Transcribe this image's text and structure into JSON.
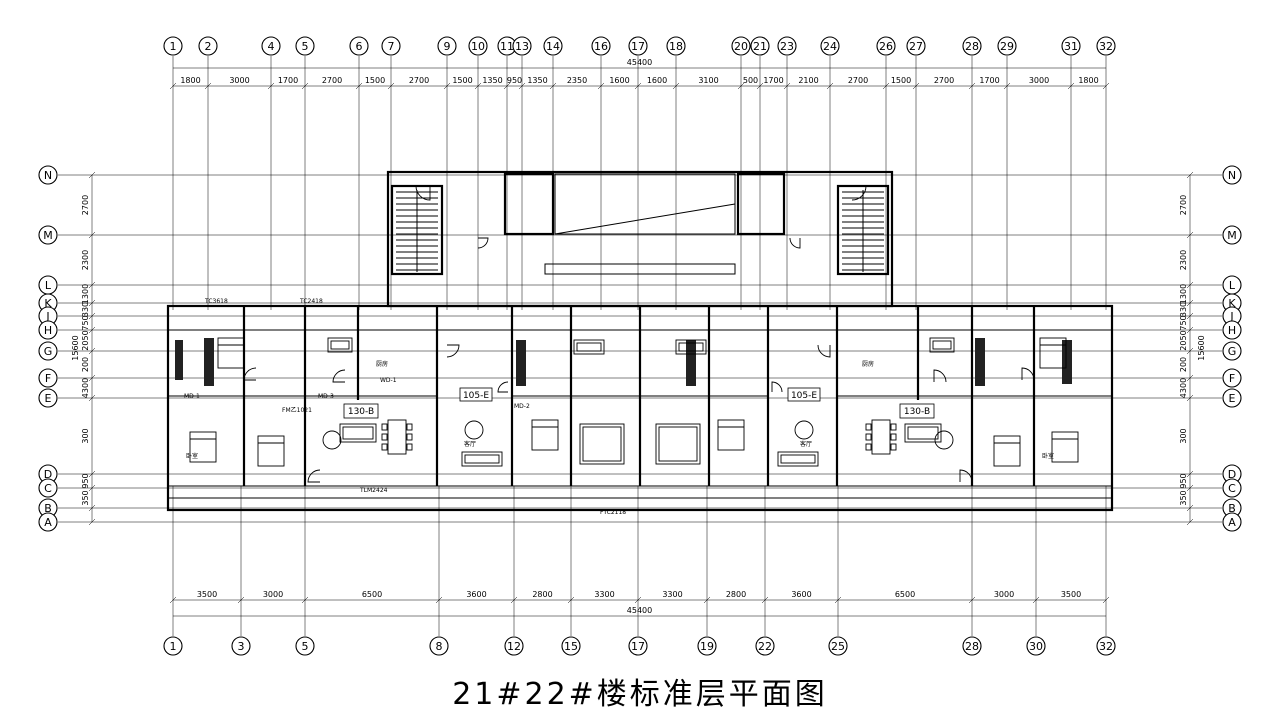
{
  "title": "21#22#楼标准层平面图",
  "top_axes": [
    "1",
    "2",
    "4",
    "5",
    "6",
    "7",
    "9",
    "10",
    "11",
    "13",
    "14",
    "16",
    "17",
    "18",
    "20",
    "21",
    "23",
    "24",
    "26",
    "27",
    "28",
    "29",
    "31",
    "32"
  ],
  "bottom_axes": [
    "1",
    "3",
    "5",
    "8",
    "12",
    "15",
    "17",
    "19",
    "22",
    "25",
    "28",
    "30",
    "32"
  ],
  "row_axes": [
    "N",
    "M",
    "L",
    "K",
    "J",
    "H",
    "G",
    "F",
    "E",
    "D",
    "C",
    "B",
    "A"
  ],
  "top_dims": [
    "1800",
    "3000",
    "1700",
    "2700",
    "1500",
    "2700",
    "1500",
    "1350",
    "950",
    "1350",
    "2350",
    "1600",
    "1600",
    "3100",
    "500",
    "1700",
    "2100",
    "2700",
    "1500",
    "2700",
    "1700",
    "3000",
    "1800"
  ],
  "top_total": "45400",
  "bottom_dims": [
    "3500",
    "3000",
    "6500",
    "3600",
    "2800",
    "3300",
    "3300",
    "2800",
    "3600",
    "6500",
    "3000",
    "3500"
  ],
  "bottom_total": "45400",
  "left_dims": [
    "2700",
    "2300",
    "1300",
    "330",
    "750",
    "2050",
    "200",
    "4300",
    "300",
    "950",
    "350"
  ],
  "left_total": "15600",
  "units": [
    "130-B",
    "105-E",
    "105-E",
    "130-B"
  ],
  "room_labels": {
    "bedroom": "卧室",
    "kitchen": "厨房",
    "living": "客厅"
  },
  "door_tags": [
    "MD-1",
    "MD-2",
    "MD-3",
    "FM乙1021",
    "WD-1"
  ],
  "window_tags": [
    "TC3618",
    "TC2418",
    "FTC2118",
    "TLM2424"
  ]
}
